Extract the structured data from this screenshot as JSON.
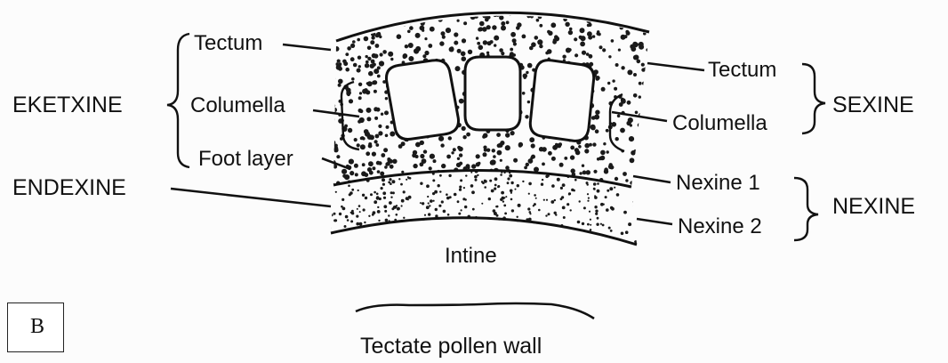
{
  "labels": {
    "left_tectum": "Tectum",
    "left_columella": "Columella",
    "left_foot_layer": "Foot layer",
    "eketxine": "EKETXINE",
    "endexine": "ENDEXINE",
    "right_tectum": "Tectum",
    "right_columella": "Columella",
    "sexine": "SEXINE",
    "nexine_1": "Nexine 1",
    "nexine_2": "Nexine 2",
    "nexine": "NEXINE",
    "intine": "Intine"
  },
  "caption": "Tectate pollen wall",
  "panel": {
    "letter": "B"
  }
}
